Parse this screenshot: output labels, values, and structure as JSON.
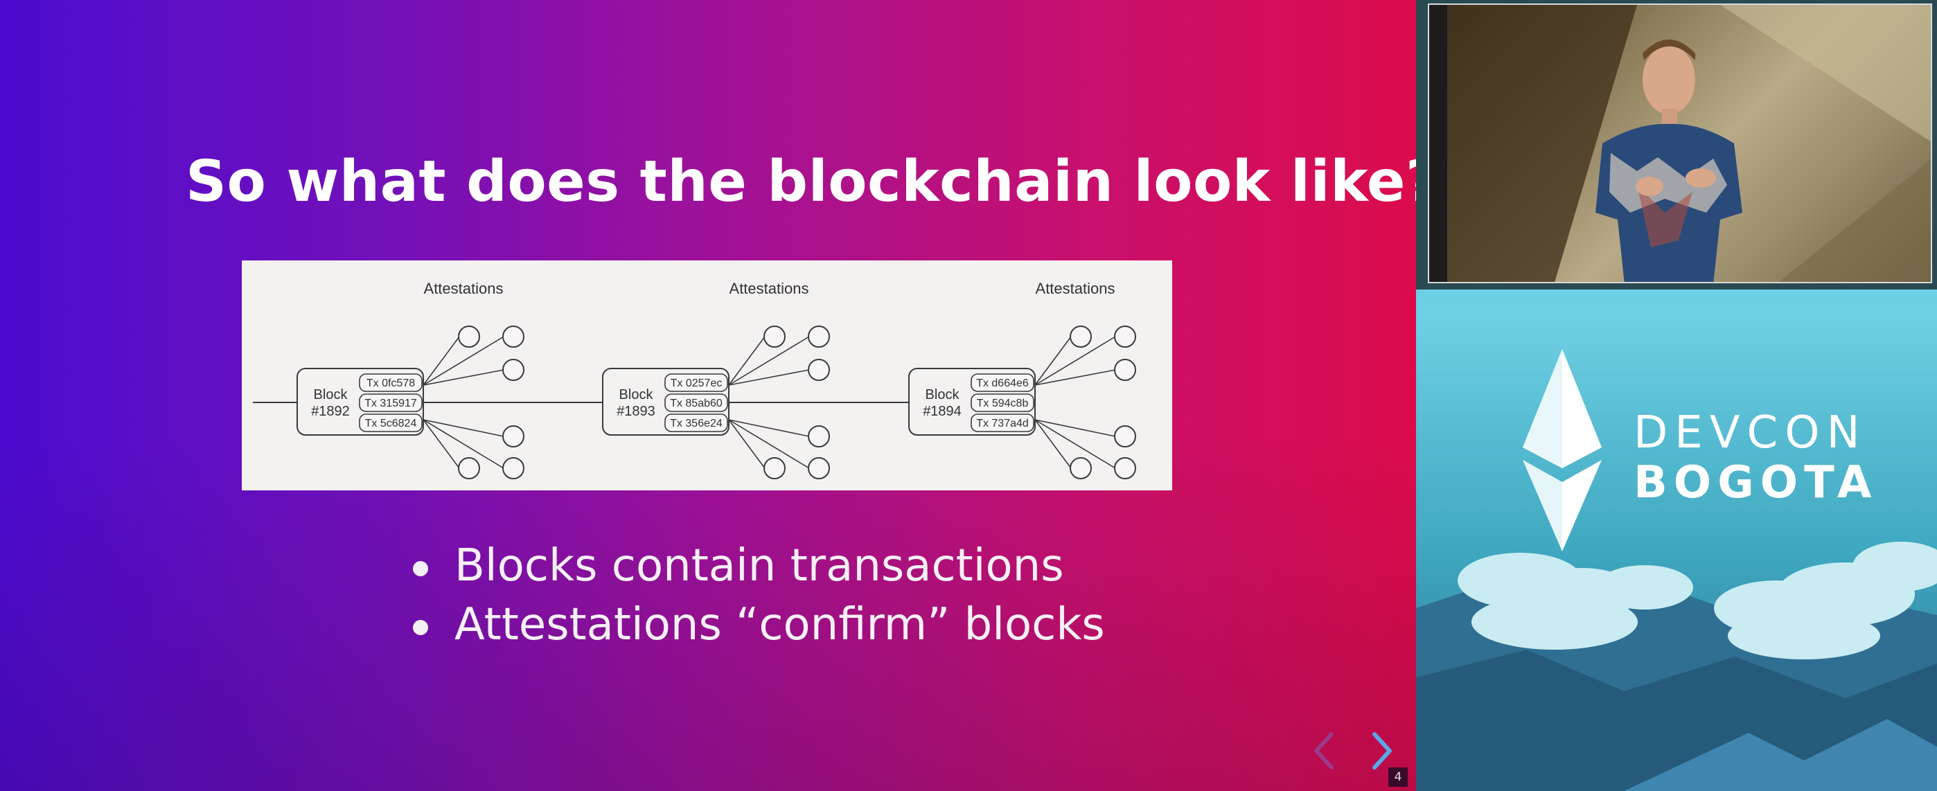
{
  "slide": {
    "title": "So what does the blockchain look like?",
    "diagram": {
      "attestations_label": "Attestations",
      "blocks": [
        {
          "label": "Block",
          "number": "#1892",
          "txs": [
            "Tx 0fc578",
            "Tx 315917",
            "Tx 5c6824"
          ]
        },
        {
          "label": "Block",
          "number": "#1893",
          "txs": [
            "Tx 0257ec",
            "Tx 85ab60",
            "Tx 356e24"
          ]
        },
        {
          "label": "Block",
          "number": "#1894",
          "txs": [
            "Tx d664e6",
            "Tx 594c8b",
            "Tx 737a4d"
          ]
        }
      ]
    },
    "bullets": [
      "Blocks contain transactions",
      "Attestations “confirm” blocks"
    ],
    "page_number": "4",
    "nav": {
      "prev_icon": "chevron-left-icon",
      "next_icon": "chevron-right-icon"
    }
  },
  "branding": {
    "line1": "DEVCON",
    "line2": "BOGOTA",
    "logo_icon": "ethereum-diamond-icon"
  },
  "colors": {
    "slide_gradient_start": "#4c0cd0",
    "slide_gradient_end": "#dc0c4c",
    "panel_bg": "#5ecbe0",
    "diagram_bg": "#f4f1f1",
    "text": "#ffffff"
  }
}
